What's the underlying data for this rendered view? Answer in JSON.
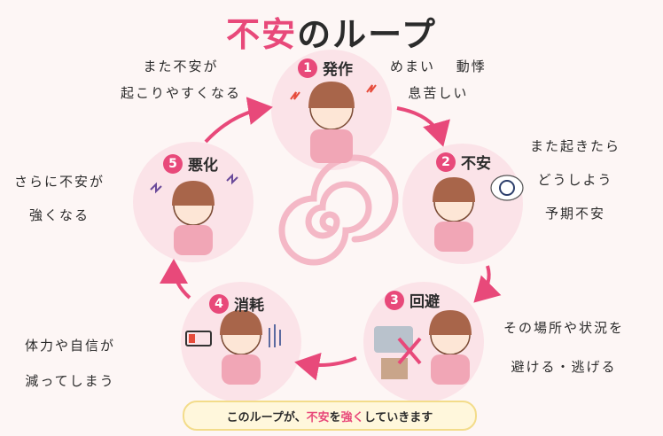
{
  "title": {
    "accent": "不安",
    "rest": "のループ"
  },
  "stages": [
    {
      "number": "1",
      "label": "発作"
    },
    {
      "number": "2",
      "label": "不安"
    },
    {
      "number": "3",
      "label": "回避"
    },
    {
      "number": "4",
      "label": "消耗"
    },
    {
      "number": "5",
      "label": "悪化"
    }
  ],
  "notes": {
    "top_left": [
      "また不安が",
      "起こりやすくなる"
    ],
    "top_right": [
      "めまい　 動悸",
      "息苦しい"
    ],
    "right": [
      "また起きたら",
      "どうしよう",
      "予期不安"
    ],
    "left": [
      "さらに不安が",
      "強くなる"
    ],
    "bottom_left": [
      "体力や自信が",
      "減ってしまう"
    ],
    "bottom_right": [
      "その場所や状況を",
      "避ける・逃げる"
    ]
  },
  "banner": {
    "p1": "このループが、",
    "p2": "不安",
    "p3": "を",
    "p4": "強く",
    "p5": "していきます"
  },
  "colors": {
    "accent": "#e8497a",
    "circle": "#fbe3e8",
    "arrow": "#e8497a",
    "banner_bg": "#fff7dc"
  }
}
